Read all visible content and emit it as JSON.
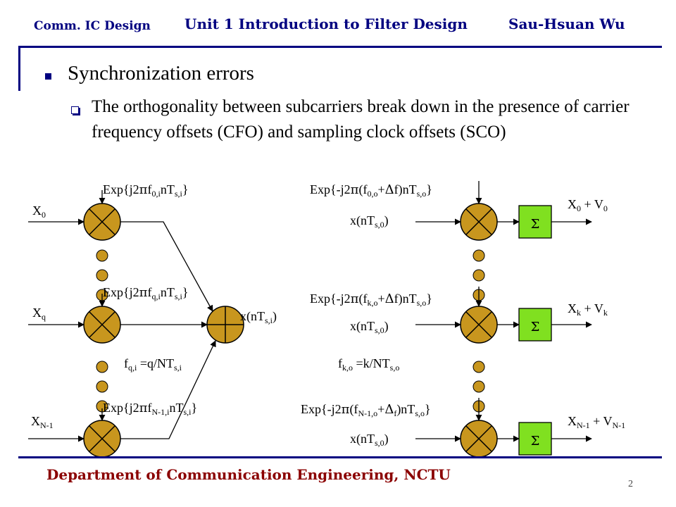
{
  "header": {
    "left": "Comm. IC Design",
    "center": "Unit 1 Introduction to Filter Design",
    "right": "Sau-Hsuan Wu"
  },
  "bullets": {
    "main": "Synchronization errors",
    "sub": "The orthogonality between subcarriers break down in the presence of carrier frequency offsets (CFO) and sampling clock offsets (SCO)"
  },
  "diagram": {
    "inputs": [
      "X0",
      "Xq",
      "XN-1"
    ],
    "tx_exp_labels": [
      "Exp{j2πf0,inTs,i}",
      "Exp{j2πfq,inTs,i}",
      "Exp{j2πfN-1,inTs,i}"
    ],
    "tx_freq": "fq,i =q/NTs,i",
    "tx_output": "x(nTs,i)",
    "rx_exp_labels": [
      "Exp{-j2π(f0,o+Δf)nTs,o}",
      "Exp{-j2π(fk,o+Δf)nTs,o}",
      "Exp{-j2π(fN-1,o+Δf)nTs,o}"
    ],
    "rx_input": "x(nTs,0)",
    "rx_freq": "fk,o =k/NTs,o",
    "sum_symbol": "Σ",
    "outputs": [
      "X0 + V0",
      "Xk + Vk",
      "XN-1 + VN-1"
    ]
  },
  "colors": {
    "header_text": "#000080",
    "footer_text": "#8B0000",
    "rule": "#000080",
    "mixer_fill": "#C8961E",
    "sum_fill": "#80E020"
  },
  "footer": {
    "department": "Department of Communication Engineering, NCTU",
    "page": "2"
  }
}
